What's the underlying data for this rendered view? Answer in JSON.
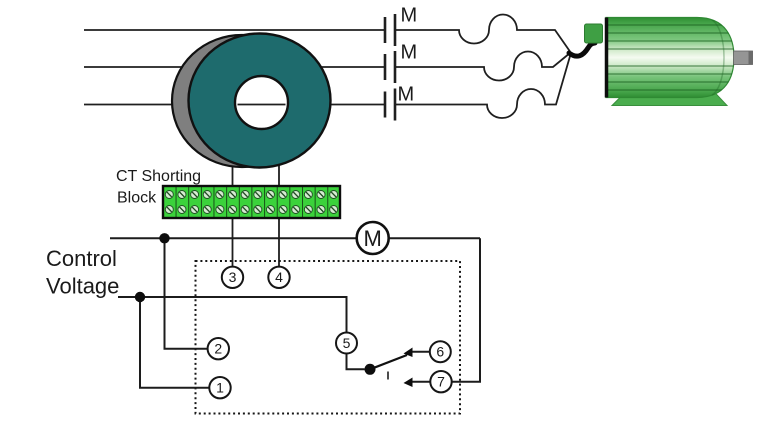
{
  "labels": {
    "ct_block_line1": "CT Shorting",
    "ct_block_line2": "Block",
    "control_line1": "Control",
    "control_line2": "Voltage"
  },
  "contacts": [
    {
      "label": "M"
    },
    {
      "label": "M"
    },
    {
      "label": "M"
    }
  ],
  "coil": {
    "label": "M"
  },
  "terminals": [
    {
      "number": "1"
    },
    {
      "number": "2"
    },
    {
      "number": "3"
    },
    {
      "number": "4"
    },
    {
      "number": "5"
    },
    {
      "number": "6"
    },
    {
      "number": "7"
    }
  ],
  "colors": {
    "ct_core_teal": "#1e6b6d",
    "ct_shadow_gray": "#7f7f7f",
    "shorting_block_green": "#3bd23b",
    "motor_green": "#4cae4f",
    "wire_black": "#1c1c1c"
  }
}
